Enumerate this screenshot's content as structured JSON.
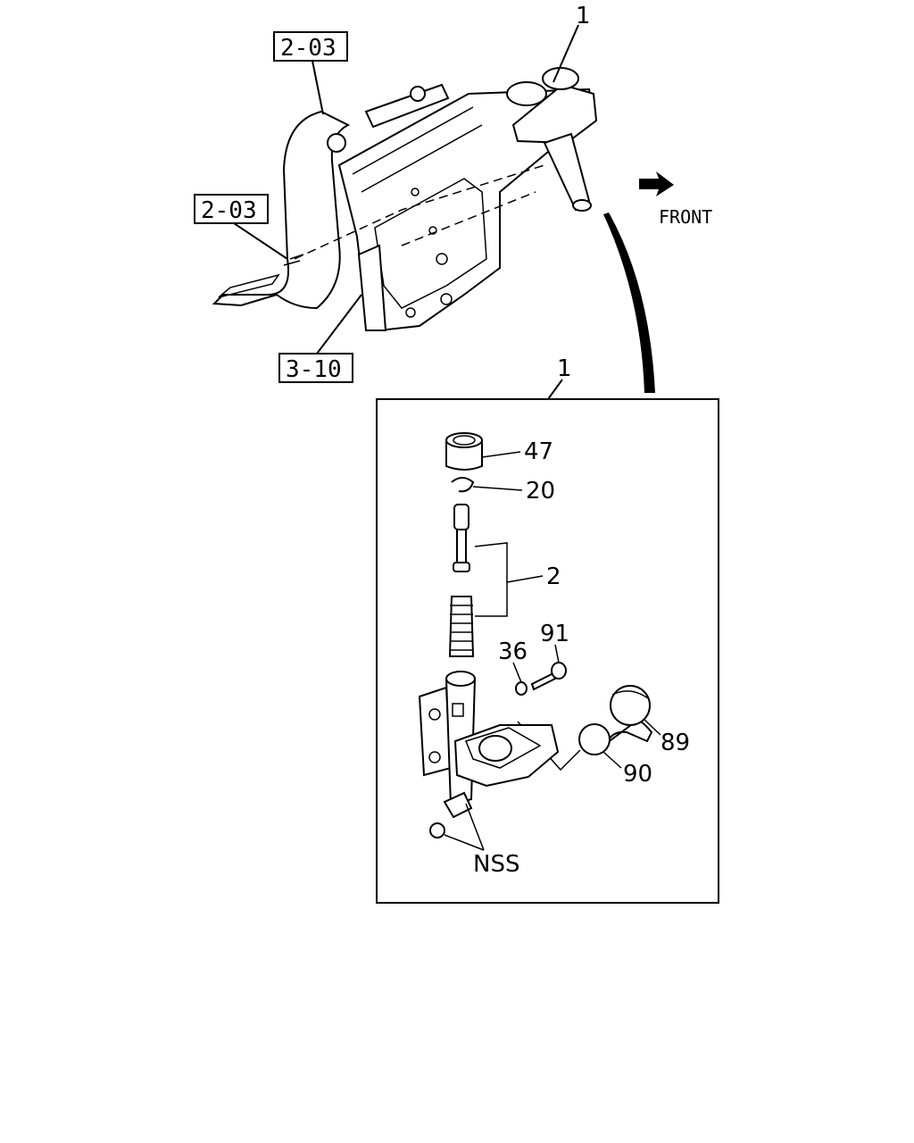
{
  "diagram": {
    "top_callout": "1",
    "detail_callout": "1",
    "refs": [
      "2-03",
      "2-03",
      "3-10"
    ],
    "direction": {
      "label": "FRONT",
      "icon": "arrow-icon"
    },
    "parts": [
      {
        "id": "47",
        "icon": "reservoir-cap-icon"
      },
      {
        "id": "20",
        "icon": "snap-ring-icon"
      },
      {
        "id": "2",
        "icon": "piston-kit-icon"
      },
      {
        "id": "36",
        "icon": "washer-icon"
      },
      {
        "id": "91",
        "icon": "bolt-icon"
      },
      {
        "id": "89",
        "icon": "reservoir-cap-icon"
      },
      {
        "id": "90",
        "icon": "o-ring-icon"
      },
      {
        "id": "NSS",
        "icon": "bleeder-icon"
      }
    ]
  }
}
